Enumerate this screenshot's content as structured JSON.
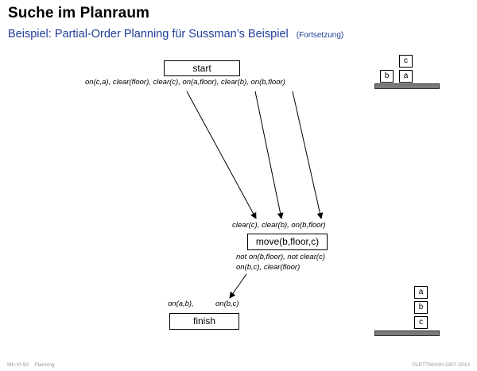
{
  "header": {
    "title": "Suche im Planraum",
    "subtitle": "Beispiel: Partial-Order Planning für Sussman’s Beispiel",
    "subtitle_note": "(Fortsetzung)"
  },
  "diagram": {
    "start": {
      "label": "start",
      "effects": "on(c,a), clear(floor), clear(c), on(a,floor), clear(b), on(b,floor)"
    },
    "move": {
      "preconditions": "clear(c), clear(b), on(b,floor)",
      "label": "move(b,floor,c)",
      "effects_line1": "not on(b,floor), not clear(c)",
      "effects_line2": "on(b,c), clear(floor)"
    },
    "finish": {
      "precondition_1": "on(a,b),",
      "precondition_2": "on(b,c)",
      "label": "finish"
    },
    "initial_state": {
      "blocks": [
        "c",
        "b",
        "a"
      ]
    },
    "goal_state": {
      "blocks": [
        "a",
        "b",
        "c"
      ]
    }
  },
  "footer": {
    "left": "MK:VI-92    Planning",
    "right": "©LETTMANN 2007-2013"
  },
  "colors": {
    "subtitle": "#1f3d99",
    "table": "#7a7a7a",
    "footer": "#999999"
  }
}
